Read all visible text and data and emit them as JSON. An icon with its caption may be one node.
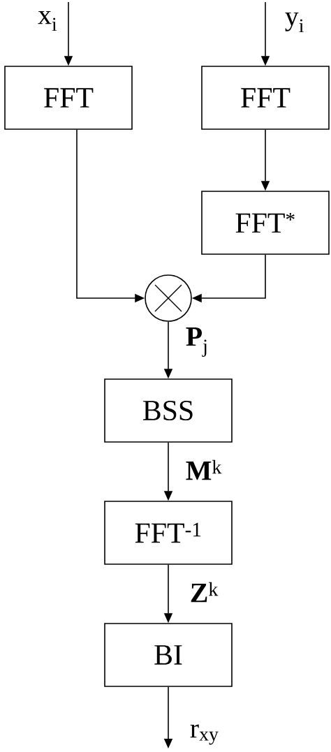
{
  "diagram": {
    "nodes": [
      {
        "text": [
          "FFT"
        ]
      },
      {
        "text": [
          "FFT"
        ]
      },
      {
        "text": [
          "FFT$^{*}$"
        ]
      },
      {
        "text": [],
        "shape": "circle"
      },
      {
        "text": [
          "BSS"
        ]
      },
      {
        "text": [
          "FFT$^{-1}$"
        ]
      },
      {
        "text": [
          "BI"
        ]
      }
    ],
    "edges": [
      {
        "from": null,
        "to": 0,
        "arrow": "to",
        "label": "x$_{i}$"
      },
      {
        "from": null,
        "to": 1,
        "arrow": "to",
        "label": "y$_{i}$"
      },
      {
        "from": 1,
        "to": 2,
        "arrow": "to"
      },
      {
        "from": 0,
        "to": 3,
        "arrow": "to"
      },
      {
        "from": 2,
        "to": 3,
        "arrow": "to"
      },
      {
        "from": 3,
        "to": 4,
        "arrow": "to",
        "label": "**P**$_{j}$"
      },
      {
        "from": 4,
        "to": 5,
        "arrow": "to",
        "label": "**M**$^{k}$"
      },
      {
        "from": 5,
        "to": 6,
        "arrow": "to",
        "label": "**Z**$^{k}$"
      },
      {
        "from": 6,
        "to": null,
        "arrow": "to",
        "label": "r$_{xy}$"
      }
    ]
  }
}
